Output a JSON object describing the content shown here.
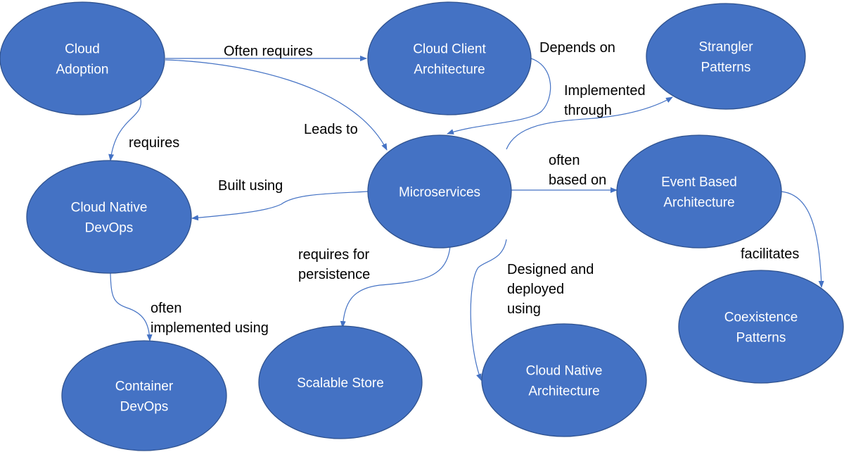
{
  "nodes": [
    {
      "id": "cloud-adoption",
      "lines": [
        "Cloud",
        "Adoption"
      ]
    },
    {
      "id": "cloud-client-architecture",
      "lines": [
        "Cloud Client",
        "Architecture"
      ]
    },
    {
      "id": "strangler-patterns",
      "lines": [
        "Strangler",
        "Patterns"
      ]
    },
    {
      "id": "microservices",
      "lines": [
        "Microservices"
      ]
    },
    {
      "id": "cloud-native-devops",
      "lines": [
        "Cloud Native",
        "DevOps"
      ]
    },
    {
      "id": "event-based-architecture",
      "lines": [
        "Event Based",
        "Architecture"
      ]
    },
    {
      "id": "container-devops",
      "lines": [
        "Container",
        "DevOps"
      ]
    },
    {
      "id": "scalable-store",
      "lines": [
        "Scalable Store"
      ]
    },
    {
      "id": "cloud-native-architecture",
      "lines": [
        "Cloud Native",
        "Architecture"
      ]
    },
    {
      "id": "coexistence-patterns",
      "lines": [
        "Coexistence",
        "Patterns"
      ]
    }
  ],
  "edges": [
    {
      "id": "often-requires",
      "from": "cloud-adoption",
      "to": "cloud-client-architecture",
      "label": [
        "Often requires"
      ]
    },
    {
      "id": "depends-on",
      "from": "cloud-client-architecture",
      "to": "microservices",
      "label": [
        "Depends on"
      ]
    },
    {
      "id": "leads-to",
      "from": "cloud-adoption",
      "to": "microservices",
      "label": [
        "Leads to"
      ]
    },
    {
      "id": "requires",
      "from": "cloud-adoption",
      "to": "cloud-native-devops",
      "label": [
        "requires"
      ]
    },
    {
      "id": "implemented-through",
      "from": "microservices",
      "to": "strangler-patterns",
      "label": [
        "Implemented",
        "through"
      ]
    },
    {
      "id": "built-using",
      "from": "microservices",
      "to": "cloud-native-devops",
      "label": [
        "Built using"
      ]
    },
    {
      "id": "often-based-on",
      "from": "microservices",
      "to": "event-based-architecture",
      "label": [
        "often",
        "based on"
      ]
    },
    {
      "id": "requires-for-persistence",
      "from": "microservices",
      "to": "scalable-store",
      "label": [
        "requires for",
        "persistence"
      ]
    },
    {
      "id": "designed-and-deployed-using",
      "from": "microservices",
      "to": "cloud-native-architecture",
      "label": [
        "Designed and",
        "deployed",
        "using"
      ]
    },
    {
      "id": "facilitates",
      "from": "event-based-architecture",
      "to": "coexistence-patterns",
      "label": [
        "facilitates"
      ]
    },
    {
      "id": "often-implemented-using",
      "from": "cloud-native-devops",
      "to": "container-devops",
      "label": [
        "often",
        "implemented using"
      ]
    }
  ]
}
